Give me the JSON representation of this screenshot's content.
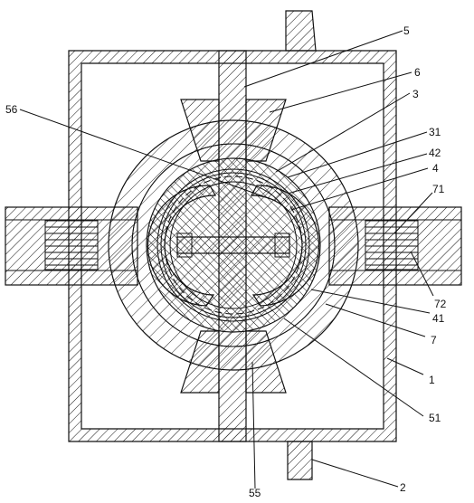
{
  "labels": {
    "l5": "5",
    "l6": "6",
    "l3": "3",
    "l56": "56",
    "l31": "31",
    "l42": "42",
    "l4": "4",
    "l71": "71",
    "l72": "72",
    "l41": "41",
    "l7": "7",
    "l1": "1",
    "l51": "51",
    "l2": "2",
    "l55": "55"
  }
}
